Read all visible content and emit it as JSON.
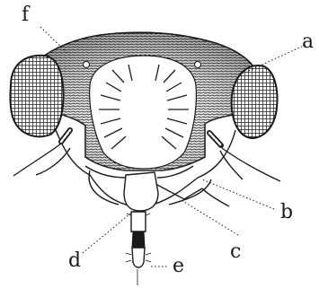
{
  "figure": {
    "labels": {
      "a": "a",
      "b": "b",
      "c": "c",
      "d": "d",
      "e": "e",
      "f": "f"
    }
  },
  "colors": {
    "ink": "#1a1a1a",
    "paper": "#ffffff"
  }
}
